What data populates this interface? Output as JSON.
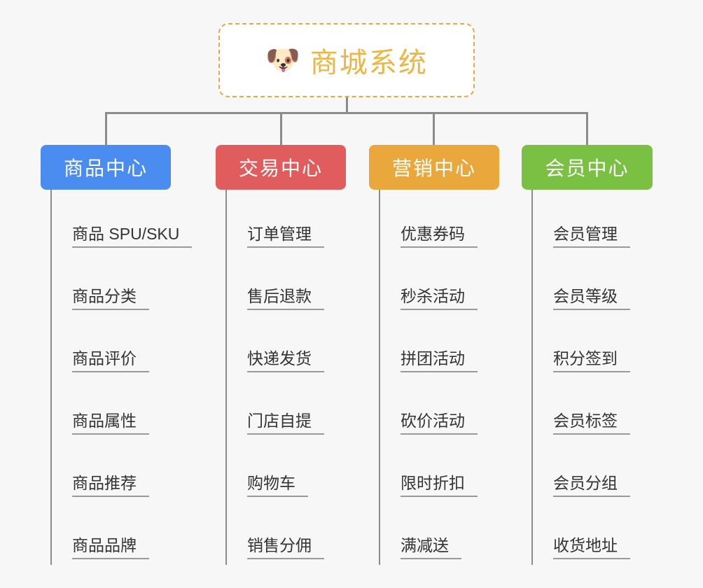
{
  "canvas": {
    "background": "#f7f7f7",
    "line_color": "#8c8c8c"
  },
  "root": {
    "icon": "shiba-dog-face-emoji",
    "emoji": "🐶",
    "title": "商城系统",
    "text_color": "#f0b441",
    "border_color": "#eaa93f",
    "border_style": "dashed",
    "background": "#ffffff"
  },
  "columns": [
    {
      "id": "product-center",
      "title": "商品中心",
      "color": "#4a8cf0",
      "items": [
        {
          "label": "商品 SPU/SKU"
        },
        {
          "label": "商品分类"
        },
        {
          "label": "商品评价"
        },
        {
          "label": "商品属性"
        },
        {
          "label": "商品推荐"
        },
        {
          "label": "商品品牌"
        }
      ]
    },
    {
      "id": "trade-center",
      "title": "交易中心",
      "color": "#e15c5c",
      "items": [
        {
          "label": "订单管理"
        },
        {
          "label": "售后退款"
        },
        {
          "label": "快递发货"
        },
        {
          "label": "门店自提"
        },
        {
          "label": "购物车"
        },
        {
          "label": "销售分佣"
        }
      ]
    },
    {
      "id": "marketing-center",
      "title": "营销中心",
      "color": "#eaa83c",
      "items": [
        {
          "label": "优惠券码"
        },
        {
          "label": "秒杀活动"
        },
        {
          "label": "拼团活动"
        },
        {
          "label": "砍价活动"
        },
        {
          "label": "限时折扣"
        },
        {
          "label": "满减送"
        }
      ]
    },
    {
      "id": "member-center",
      "title": "会员中心",
      "color": "#7ac143",
      "items": [
        {
          "label": "会员管理"
        },
        {
          "label": "会员等级"
        },
        {
          "label": "积分签到"
        },
        {
          "label": "会员标签"
        },
        {
          "label": "会员分组"
        },
        {
          "label": "收货地址"
        }
      ]
    }
  ]
}
